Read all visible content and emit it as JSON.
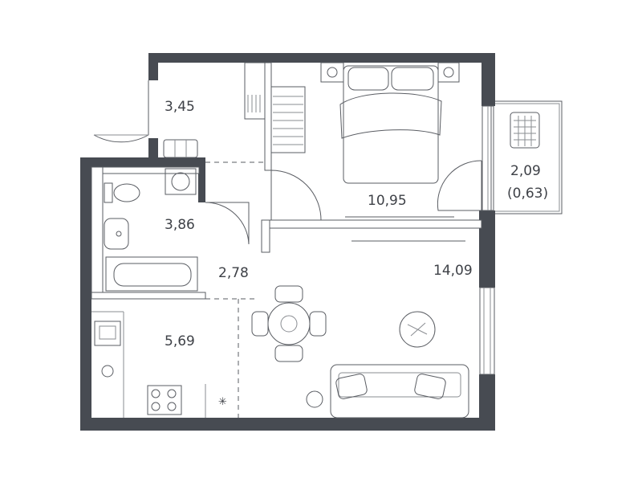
{
  "plan": {
    "rooms": [
      {
        "id": "hall",
        "label": "3,45"
      },
      {
        "id": "bathroom",
        "label": "3,86"
      },
      {
        "id": "corridor",
        "label": "2,78"
      },
      {
        "id": "kitchen",
        "label": "5,69"
      },
      {
        "id": "bedroom",
        "label": "10,95"
      },
      {
        "id": "living",
        "label": "14,09"
      },
      {
        "id": "balcony",
        "label": "2,09"
      },
      {
        "id": "balcony-reduced",
        "label": "(0,63)"
      }
    ],
    "colors": {
      "wall": "#474b52",
      "line": "#5a5d63",
      "text": "#3e4147"
    }
  }
}
